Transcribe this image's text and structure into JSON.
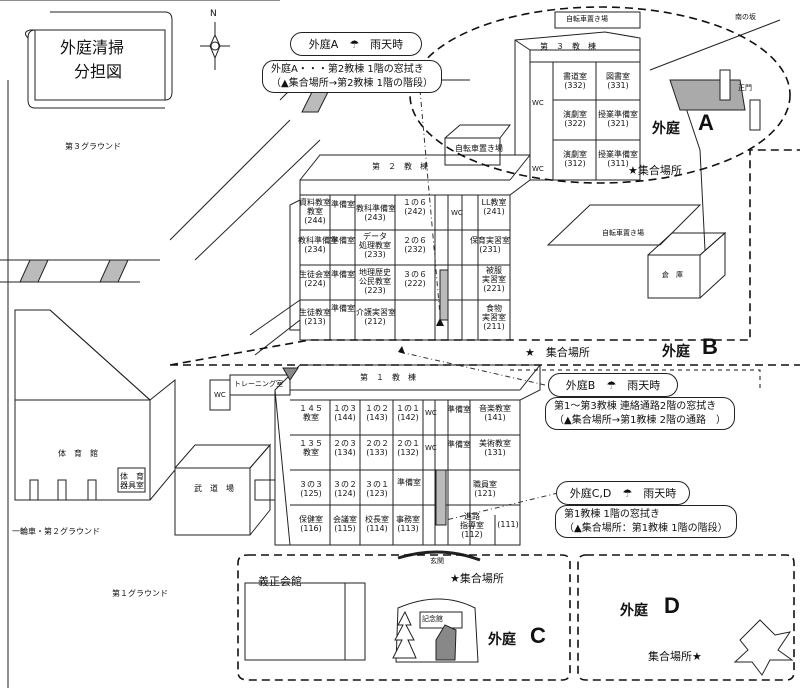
{
  "title": {
    "line1": "外庭清掃",
    "line2": "分担図"
  },
  "compass": "N",
  "grounds": {
    "third": "第３グラウンド",
    "second": "一輪車・第２グラウンド",
    "first": "第１グラウンド"
  },
  "labels": {
    "bike_top": "自転車置き場",
    "bike_mid": "自転車置き場",
    "bike_right": "自転車置き場",
    "south_gate_hill": "南の坂",
    "main_gate": "正門",
    "warehouse": "倉　庫",
    "gym": "体　育　館",
    "gym_sub": "体　育\n器具室",
    "budo": "武　道　場",
    "training": "トレーニング室",
    "wc": "WC",
    "hall": "義正会館",
    "kinen": "記念館",
    "entrance": "玄関"
  },
  "buildings": {
    "b3": {
      "title": "第　３　教　棟",
      "rooms": [
        "書道室\n(332)",
        "図書室\n(331)",
        "演劇室\n(322)",
        "授業準備室\n(321)",
        "演劇室\n(312)",
        "授業準備室\n(311)"
      ]
    },
    "b2": {
      "title": "第　２　教　棟",
      "rooms": [
        "資料教室\n教室\n(244)",
        "教科準備室\n(243)",
        "１の６\n(242)",
        "LL教室\n(241)",
        "教科準備室\n(234)",
        "データ\n処理教室\n(233)",
        "２の６\n(232)",
        "保育実習室\n(231)",
        "生徒会室\n(224)",
        "地理歴史\n公民教室\n(223)",
        "３の６\n(222)",
        "被服\n実習室\n(221)",
        "生徒教室\n(213)",
        "介護実習室\n(212)",
        "食物\n実習室\n(211)"
      ],
      "side": [
        "準備室",
        "準備室",
        "準備室",
        "準備室"
      ]
    },
    "b1": {
      "title": "第　１　教　棟",
      "rooms": [
        "１４５\n教室",
        "１の３\n(144)",
        "１の２\n(143)",
        "１の１\n(142)",
        "音楽教室\n(141)",
        "１３５\n教室",
        "２の３\n(134)",
        "２の２\n(133)",
        "２の１\n(132)",
        "美術教室\n(131)",
        "３の３\n(125)",
        "３の２\n(124)",
        "３の１\n(123)",
        "職員室\n(121)",
        "保健室\n(116)",
        "会議室\n(115)",
        "校長室\n(114)",
        "事務室\n(113)",
        "進路\n指導室\n(112)",
        "(111)"
      ],
      "side": [
        "準備室",
        "準備室",
        "準備室"
      ]
    }
  },
  "areas": {
    "a": {
      "label": "外庭",
      "letter": "A",
      "gather": "★集合場所"
    },
    "b": {
      "label": "外庭",
      "letter": "B",
      "gather": "★　集合場所"
    },
    "c": {
      "label": "外庭",
      "letter": "C",
      "gather": "★集合場所"
    },
    "d": {
      "label": "外庭",
      "letter": "D",
      "gather": "集合場所★"
    }
  },
  "rain": {
    "a": {
      "bubble": "外庭A　☂　雨天時",
      "note": "外庭A・・・第2教棟 1階の窓拭き\n（▲集合場所→第2教棟 1階の階段）"
    },
    "b": {
      "bubble": "外庭B　☂　雨天時",
      "note": "第1～第3教棟 連絡通路2階の窓拭き\n（▲集合場所→第1教棟 2階の通路　）"
    },
    "cd": {
      "bubble": "外庭C,D　☂　雨天時",
      "note": "第1教棟 1階の窓拭き\n（▲集合場所：第1教棟 1階の階段）"
    }
  }
}
